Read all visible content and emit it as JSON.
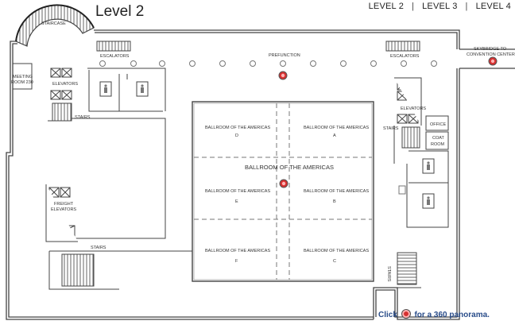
{
  "floor_title": "Level 2",
  "level_nav": [
    "LEVEL 2",
    "LEVEL 3",
    "LEVEL 4"
  ],
  "level_nav_separator": "|",
  "labels": {
    "staircase": "STAIRCASE",
    "escalators_left": "ESCALATORS",
    "escalators_right": "ESCALATORS",
    "prefunction": "PREFUNCTION",
    "skybridge": [
      "SKYBRIDGE TO",
      "CONVENTION CENTER"
    ],
    "meeting_room": [
      "MEETING",
      "ROOM 230"
    ],
    "elevators_left": "ELEVATORS",
    "elevators_right": "ELEVATORS",
    "stairs_left": "STAIRS",
    "stairs_right": "STAIRS",
    "stairs_bottom": "STAIRS",
    "stairs_vertical": "STAIRS",
    "office": "OFFICE",
    "coat_room": [
      "COAT",
      "ROOM"
    ],
    "freight_elevators": [
      "FREIGHT",
      "ELEVATORS"
    ],
    "ballroom_main": "BALLROOM OF THE AMERICAS",
    "ballroom_sections": [
      {
        "name": "BALLROOM OF THE AMERICAS",
        "letter": "D"
      },
      {
        "name": "BALLROOM OF THE AMERICAS",
        "letter": "A"
      },
      {
        "name": "BALLROOM OF THE AMERICAS",
        "letter": "E"
      },
      {
        "name": "BALLROOM OF THE AMERICAS",
        "letter": "B"
      },
      {
        "name": "BALLROOM OF THE AMERICAS",
        "letter": "F"
      },
      {
        "name": "BALLROOM OF THE AMERICAS",
        "letter": "C"
      }
    ]
  },
  "pano_hint": {
    "before": "Click",
    "after": "for a 360 panorama."
  },
  "colors": {
    "wall": "#444444",
    "pano_dot": "#d63030",
    "hint_text": "#2a4d8a"
  }
}
